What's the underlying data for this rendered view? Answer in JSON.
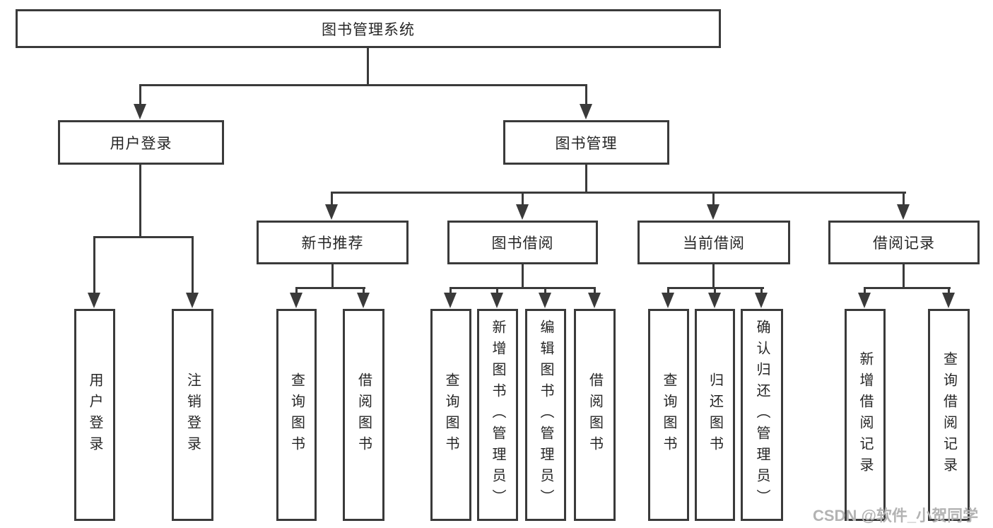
{
  "diagram": {
    "root": {
      "label": "图书管理系统"
    },
    "branches": [
      {
        "label": "用户登录",
        "children": [
          {
            "label": "用户登录"
          },
          {
            "label": "注销登录"
          }
        ]
      },
      {
        "label": "图书管理",
        "children": [
          {
            "label": "新书推荐",
            "children": [
              {
                "label": "查询图书"
              },
              {
                "label": "借阅图书"
              }
            ]
          },
          {
            "label": "图书借阅",
            "children": [
              {
                "label": "查询图书"
              },
              {
                "label": "新增图书（管理员）"
              },
              {
                "label": "编辑图书（管理员）"
              },
              {
                "label": "借阅图书"
              }
            ]
          },
          {
            "label": "当前借阅",
            "children": [
              {
                "label": "查询图书"
              },
              {
                "label": "归还图书"
              },
              {
                "label": "确认归还（管理员）"
              }
            ]
          },
          {
            "label": "借阅记录",
            "children": [
              {
                "label": "新增借阅记录"
              },
              {
                "label": "查询借阅记录"
              }
            ]
          }
        ]
      }
    ],
    "watermark": "CSDN @软件_小贺同学",
    "colors": {
      "line": "#3a3a3a",
      "text": "#262626",
      "watermark": "#b3b3b3",
      "background": "#ffffff"
    }
  }
}
